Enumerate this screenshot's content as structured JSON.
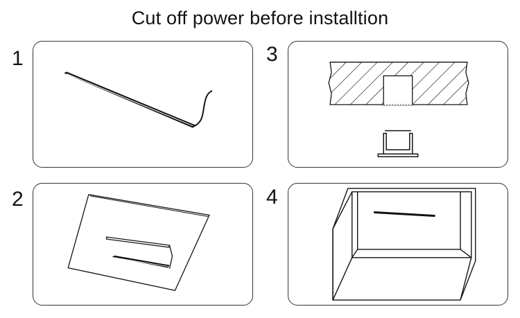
{
  "title": "Cut off power before installtion",
  "steps": [
    {
      "number": "1",
      "illustration": "led-strip-with-cable"
    },
    {
      "number": "2",
      "illustration": "profile-on-surface"
    },
    {
      "number": "3",
      "illustration": "recessed-groove-and-profile"
    },
    {
      "number": "4",
      "illustration": "profile-inside-box"
    }
  ],
  "colors": {
    "line": "#111111",
    "panel_border": "#333333",
    "background": "#ffffff"
  }
}
